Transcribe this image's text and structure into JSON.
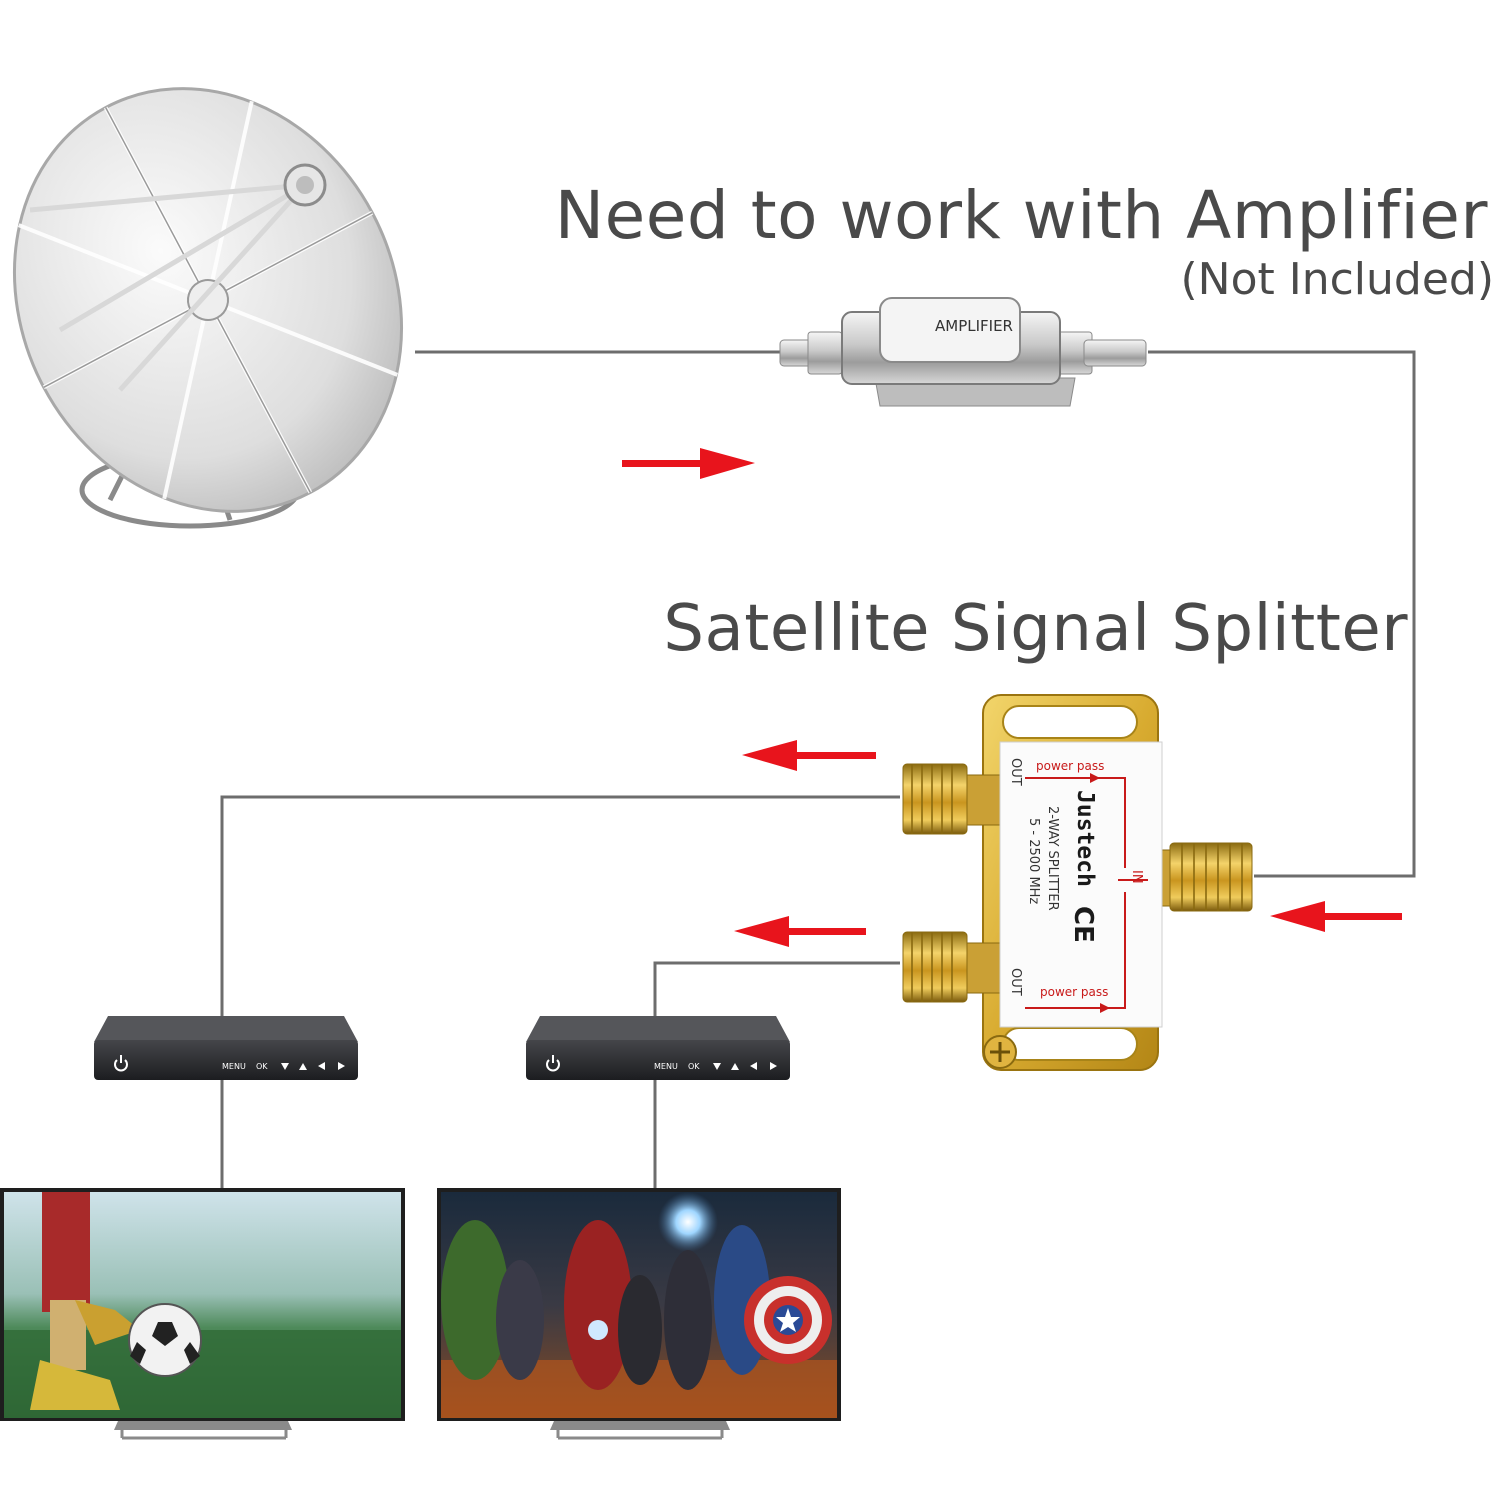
{
  "headings": {
    "amplifier_title": "Need to work with Amplifier",
    "amplifier_note": "(Not Included)",
    "splitter_title": "Satellite Signal Splitter"
  },
  "amplifier": {
    "label": "AMPLIFIER"
  },
  "splitter": {
    "brand": "Justech",
    "model": "2-WAY SPLITTER",
    "frequency": "5 - 2500 MHz",
    "cert": "CE",
    "in_label": "IN",
    "out_label": "OUT",
    "power_pass_label": "power pass"
  },
  "receiver": {
    "menu": "MENU",
    "ok": "OK"
  },
  "colors": {
    "arrow": "#e8141c",
    "line": "#6d6d6d",
    "text": "#4a4a4a",
    "gold": "#d9b23a",
    "receiver": "#2a2b2e"
  },
  "icons": [
    "satellite-dish-icon",
    "power-icon",
    "arrow-right-icon",
    "arrow-left-icon"
  ]
}
